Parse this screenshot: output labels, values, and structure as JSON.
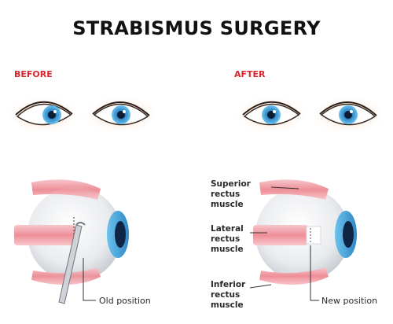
{
  "title": "STRABISMUS SURGERY",
  "sections": {
    "before": "BEFORE",
    "after": "AFTER"
  },
  "muscles": {
    "superior": [
      "Superior",
      "rectus",
      "muscle"
    ],
    "lateral": [
      "Lateral",
      "rectus",
      "muscle"
    ],
    "inferior": [
      "Inferior",
      "rectus",
      "muscle"
    ]
  },
  "annotations": {
    "old_position": "Old position",
    "new_position": "New position"
  },
  "colors": {
    "title": "#111111",
    "section_label": "#d9262c",
    "iris": "#2f86c4",
    "muscle": "#f2a7ad",
    "skin": "#f7d9c6",
    "sclera_shade": "#d6d9de"
  }
}
